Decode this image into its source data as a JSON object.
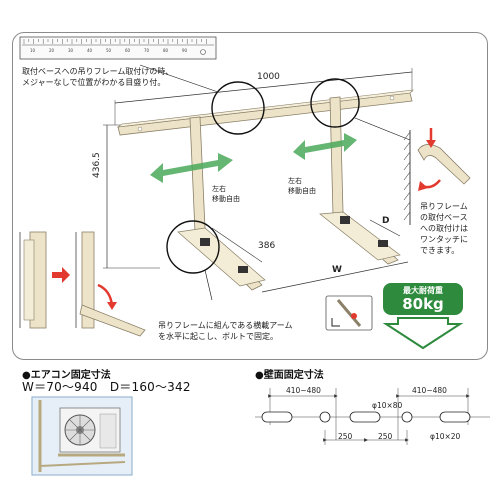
{
  "ruler": {
    "ticks": [
      "10",
      "20",
      "30",
      "40",
      "50",
      "60",
      "70",
      "80",
      "90"
    ]
  },
  "note_top": [
    "取付ベースへの吊りフレーム取付けの時、",
    "メジャーなしで位置がわかる目盛り付。"
  ],
  "dimensions": {
    "width": "1000",
    "height": "436.5",
    "depth": "386",
    "w": "W",
    "d": "D"
  },
  "move_label_left": [
    "左右",
    "移動自由"
  ],
  "move_label_right": [
    "左右",
    "移動自由"
  ],
  "note_right": [
    "吊りフレーム",
    "の取付ベース",
    "への取付けは",
    "ワンタッチに",
    "できます。"
  ],
  "note_bottom": [
    "吊りフレームに組んである横載アーム",
    "を水平に起こし、ボルトで固定。"
  ],
  "load_badge": {
    "label": "最大耐荷重",
    "value": "80kg"
  },
  "aircon_section": {
    "title": "●エアコン固定寸法",
    "formula": "W＝70～940　D＝160～342"
  },
  "wall_section": {
    "title": "●壁面固定寸法",
    "top_dims": [
      "410~480",
      "410~480"
    ],
    "mid_dim": "φ10×80",
    "bottom_dims": [
      "250",
      "250",
      "φ10×20"
    ]
  },
  "colors": {
    "frame": "#ece3c8",
    "frame_stroke": "#8b8068",
    "arrow_green": "#4aa85a",
    "arrow_red": "#e23a2e",
    "badge_green": "#2e8b3e"
  }
}
